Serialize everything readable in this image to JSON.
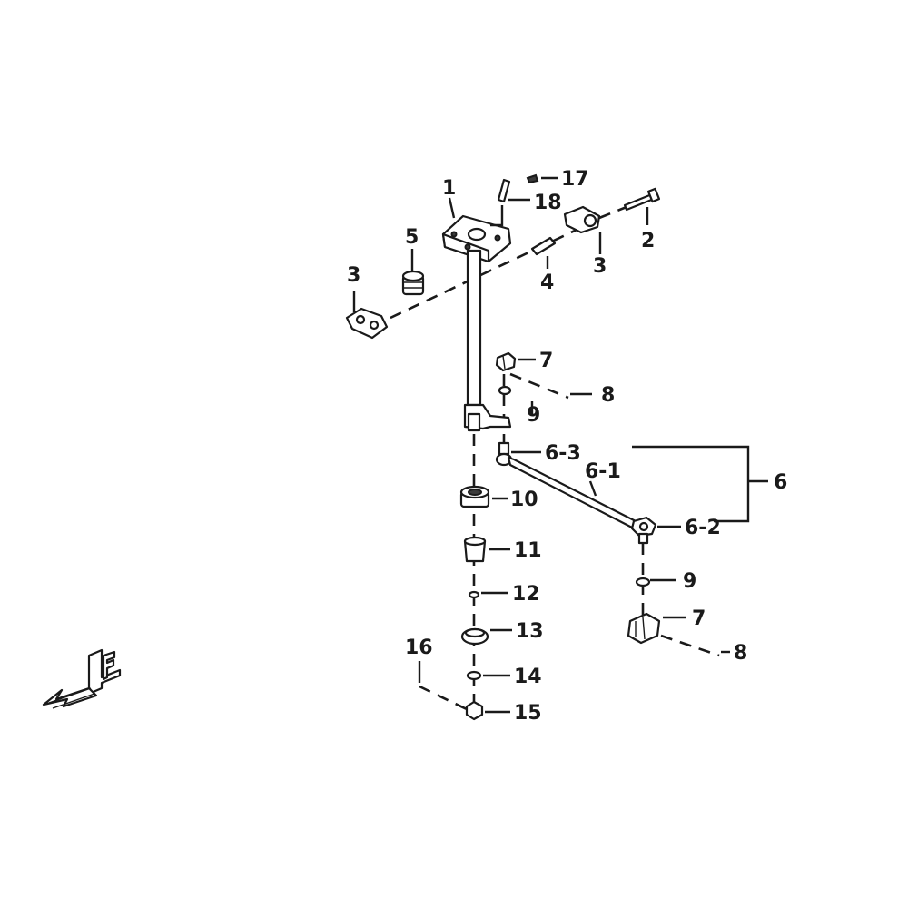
{
  "diagram": {
    "labels": {
      "p1": "1",
      "p2": "2",
      "p3a": "3",
      "p3b": "3",
      "p4": "4",
      "p5": "5",
      "p6": "6",
      "p6_1": "6-1",
      "p6_2": "6-2",
      "p6_3": "6-3",
      "p7a": "7",
      "p7b": "7",
      "p8a": "8",
      "p8b": "8",
      "p9a": "9",
      "p9b": "9",
      "p10": "10",
      "p11": "11",
      "p12": "12",
      "p13": "13",
      "p14": "14",
      "p15": "15",
      "p16": "16",
      "p17": "17",
      "p18": "18"
    },
    "front_marker": {
      "letter": "F",
      "icon": "front-direction-arrow-icon"
    },
    "colors": {
      "line": "#1a1a1a",
      "background": "#ffffff"
    }
  }
}
